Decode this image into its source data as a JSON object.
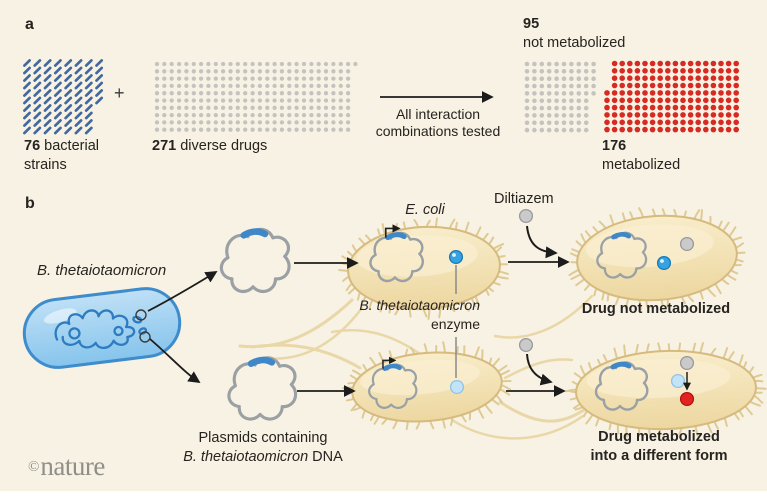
{
  "colors": {
    "background": "#f7f2e3",
    "strain_blue": "#41689f",
    "drug_gray": "#c5c3c0",
    "metabolized_red": "#d62b22",
    "arrow_black": "#1c1c1c",
    "cell_fill": "#f5e5ba",
    "cell_outline": "#d6ba7e",
    "hair_tan": "#dfca94",
    "flagella_tan": "#e9d7a8",
    "plasmid_gray": "#9aa0a4",
    "plasmid_blue": "#3e87c8",
    "bacterium_fill": "#9bcff0",
    "bacterium_outline": "#3e8ccc",
    "chromosome_blue": "#2d7cc0",
    "enzyme_blue": "#35a3e3",
    "enzyme_pale": "#c3e3f8",
    "drug_dot_gray": "#cacaca",
    "metabolite_red": "#e32222",
    "leader_gray": "#8a8a8a",
    "logo_gray": "#8f8e89"
  },
  "panel_a": {
    "label": "a",
    "strains": {
      "count": 76,
      "rows": 10,
      "number": "76",
      "caption_rest": " bacterial",
      "caption_line2": "strains"
    },
    "plus": "+",
    "drugs": {
      "count": 271,
      "rows": 10,
      "number": "271",
      "caption_rest": " diverse drugs"
    },
    "arrow_caption": {
      "line1": "All interaction",
      "line2": "combinations tested"
    },
    "not_metabolized": {
      "count": 95,
      "rows": 10,
      "number": "95",
      "caption": "not metabolized"
    },
    "metabolized": {
      "count": 176,
      "rows": 10,
      "leading_gap": 4,
      "number": "176",
      "caption": "metabolized"
    }
  },
  "panel_b": {
    "label": "b",
    "source_label": "B. thetaiotaomicron",
    "ecoli_label": "E. coli",
    "drug_label": "Diltiazem",
    "enzyme_label": {
      "line1_italic": "B. thetaiotaomicron",
      "line2": "enzyme"
    },
    "plasmid_caption": {
      "line1": "Plasmids containing",
      "line2_italic": "B. thetaiotaomicron",
      "line2_rest": " DNA"
    },
    "outcome_top": "Drug not metabolized",
    "outcome_bottom": {
      "line1": "Drug metabolized",
      "line2": "into a different form"
    }
  },
  "footer": {
    "logo_symbol": "©",
    "logo_text": "nature"
  }
}
